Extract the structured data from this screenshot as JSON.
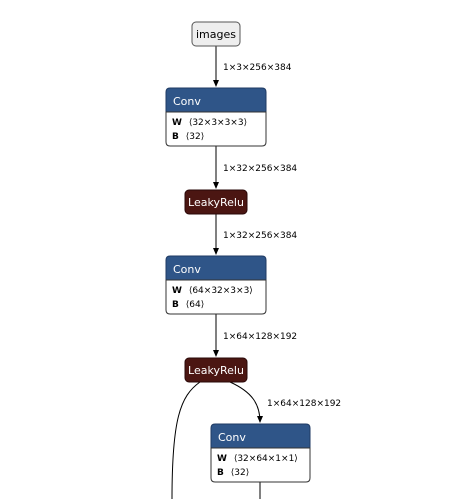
{
  "colors": {
    "conv": "#2f5588",
    "activation": "#4b1612",
    "input_fill": "#eeeeee"
  },
  "input": {
    "label": "images"
  },
  "nodes": [
    {
      "op": "Conv",
      "attrs": [
        {
          "key": "W",
          "value": "⟨32×3×3×3⟩"
        },
        {
          "key": "B",
          "value": "⟨32⟩"
        }
      ]
    },
    {
      "op": "LeakyRelu"
    },
    {
      "op": "Conv",
      "attrs": [
        {
          "key": "W",
          "value": "⟨64×32×3×3⟩"
        },
        {
          "key": "B",
          "value": "⟨64⟩"
        }
      ]
    },
    {
      "op": "LeakyRelu"
    },
    {
      "op": "Conv",
      "attrs": [
        {
          "key": "W",
          "value": "⟨32×64×1×1⟩"
        },
        {
          "key": "B",
          "value": "⟨32⟩"
        }
      ]
    }
  ],
  "edges": [
    {
      "label": "1×3×256×384"
    },
    {
      "label": "1×32×256×384"
    },
    {
      "label": "1×32×256×384"
    },
    {
      "label": "1×64×128×192"
    },
    {
      "label": "1×64×128×192"
    }
  ]
}
